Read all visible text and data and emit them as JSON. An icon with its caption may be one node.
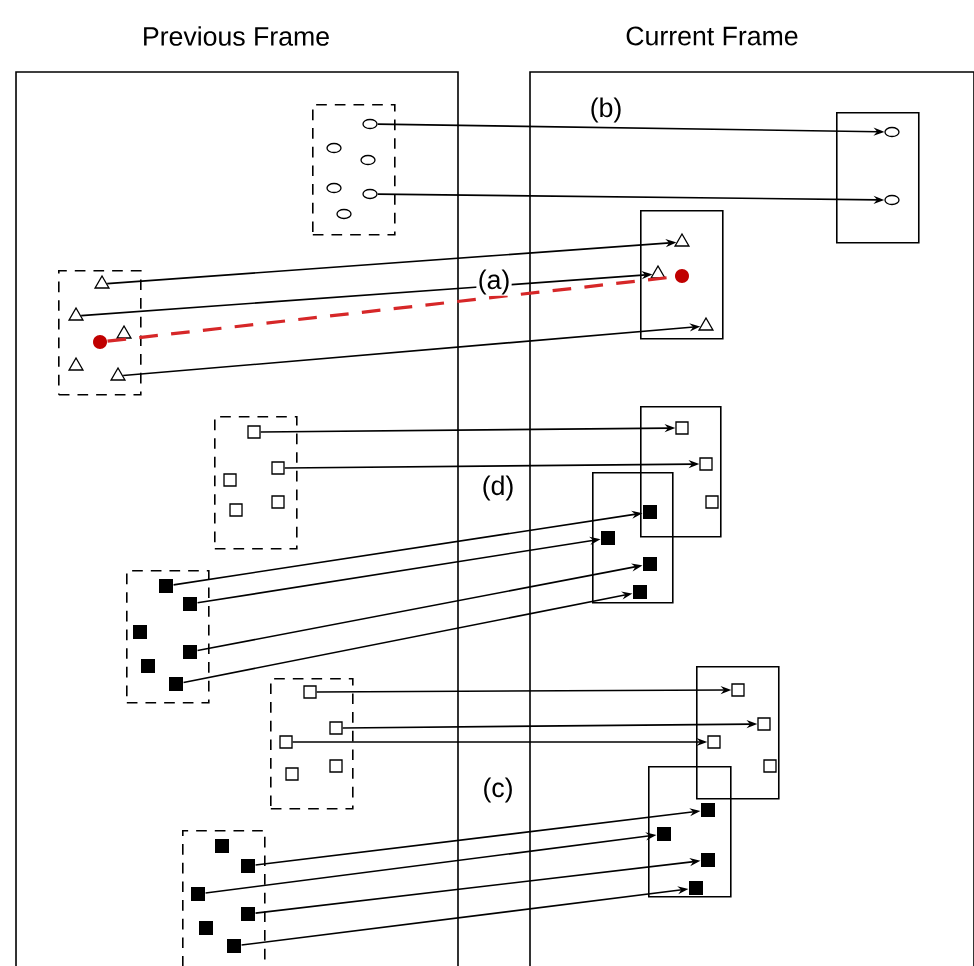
{
  "diagram": {
    "nodes": [
      {
        "text": [
          "Previous Frame"
        ]
      },
      {
        "text": [
          "Current Frame"
        ]
      },
      {
        "text": [],
        "shape": "box",
        "in": 0
      },
      {
        "text": [],
        "shape": "ellipse",
        "in": 2
      },
      {
        "text": [],
        "shape": "ellipse",
        "in": 2
      },
      {
        "text": [],
        "shape": "ellipse",
        "in": 2
      },
      {
        "text": [],
        "shape": "ellipse",
        "in": 2
      },
      {
        "text": [],
        "shape": "ellipse",
        "in": 2
      },
      {
        "text": [],
        "shape": "ellipse",
        "in": 2
      },
      {
        "text": [],
        "shape": "box",
        "in": 1
      },
      {
        "text": [],
        "shape": "ellipse",
        "in": 9
      },
      {
        "text": [],
        "shape": "ellipse",
        "in": 9
      },
      {
        "text": [],
        "shape": "box",
        "in": 0
      },
      {
        "text": [],
        "shape": "triangle",
        "in": 12
      },
      {
        "text": [],
        "shape": "triangle",
        "in": 12
      },
      {
        "text": [],
        "shape": "triangle",
        "in": 12
      },
      {
        "text": [],
        "shape": "dot",
        "in": 12
      },
      {
        "text": [],
        "shape": "triangle",
        "in": 12
      },
      {
        "text": [],
        "shape": "triangle",
        "in": 12
      },
      {
        "text": [],
        "shape": "box",
        "in": 1
      },
      {
        "text": [],
        "shape": "triangle",
        "in": 19
      },
      {
        "text": [],
        "shape": "triangle",
        "in": 19
      },
      {
        "text": [],
        "shape": "dot",
        "in": 19
      },
      {
        "text": [],
        "shape": "triangle",
        "in": 19
      },
      {
        "text": [],
        "shape": "box",
        "in": 0
      },
      {
        "text": [],
        "shape": "square",
        "in": 24
      },
      {
        "text": [],
        "shape": "square",
        "in": 24
      },
      {
        "text": [],
        "shape": "square",
        "in": 24
      },
      {
        "text": [],
        "shape": "square",
        "in": 24
      },
      {
        "text": [],
        "shape": "square",
        "in": 24
      },
      {
        "text": [],
        "shape": "box",
        "in": 1
      },
      {
        "text": [],
        "shape": "square",
        "in": 30
      },
      {
        "text": [],
        "shape": "square",
        "in": 30
      },
      {
        "text": [],
        "shape": "square",
        "in": 30
      },
      {
        "text": [],
        "shape": "box",
        "in": 0
      },
      {
        "text": [],
        "shape": "block",
        "in": 34
      },
      {
        "text": [],
        "shape": "block",
        "in": 34
      },
      {
        "text": [],
        "shape": "block",
        "in": 34
      },
      {
        "text": [],
        "shape": "block",
        "in": 34
      },
      {
        "text": [],
        "shape": "block",
        "in": 34
      },
      {
        "text": [],
        "shape": "block",
        "in": 34
      },
      {
        "text": [],
        "shape": "box",
        "in": 1
      },
      {
        "text": [],
        "shape": "block"
      },
      {
        "text": [],
        "shape": "block",
        "in": 41
      },
      {
        "text": [],
        "shape": "block",
        "in": 41
      },
      {
        "text": [],
        "shape": "block",
        "in": 41
      },
      {
        "text": [],
        "shape": "box",
        "in": 0
      },
      {
        "text": [],
        "shape": "square",
        "in": 46
      },
      {
        "text": [],
        "shape": "square",
        "in": 46
      },
      {
        "text": [],
        "shape": "square",
        "in": 46
      },
      {
        "text": [],
        "shape": "square",
        "in": 46
      },
      {
        "text": [],
        "shape": "square",
        "in": 46
      },
      {
        "text": [],
        "shape": "box",
        "in": 1
      },
      {
        "text": [],
        "shape": "square",
        "in": 52
      },
      {
        "text": [],
        "shape": "square",
        "in": 52
      },
      {
        "text": [],
        "shape": "square",
        "in": 52
      },
      {
        "text": [],
        "shape": "square",
        "in": 52
      },
      {
        "text": [],
        "shape": "box",
        "in": 0
      },
      {
        "text": [],
        "shape": "block",
        "in": 57
      },
      {
        "text": [],
        "shape": "block",
        "in": 57
      },
      {
        "text": [],
        "shape": "block",
        "in": 57
      },
      {
        "text": [],
        "shape": "block",
        "in": 57
      },
      {
        "text": [],
        "shape": "block",
        "in": 57
      },
      {
        "text": [],
        "shape": "block",
        "in": 57
      },
      {
        "text": [],
        "shape": "box",
        "in": 1
      },
      {
        "text": [],
        "shape": "block",
        "in": 64
      },
      {
        "text": [],
        "shape": "block",
        "in": 64
      },
      {
        "text": [],
        "shape": "block",
        "in": 64
      },
      {
        "text": [],
        "shape": "block",
        "in": 64
      }
    ],
    "edges": [
      {
        "from": 3,
        "to": 10,
        "arrow": "to"
      },
      {
        "from": 7,
        "to": 11,
        "arrow": "to"
      },
      {
        "from": 13,
        "to": 20,
        "arrow": "to"
      },
      {
        "from": 14,
        "to": 21,
        "arrow": "to"
      },
      {
        "from": 16,
        "to": 22,
        "arrow": "none",
        "style": "dashed",
        "color": "#d62728"
      },
      {
        "from": 18,
        "to": 23,
        "arrow": "to"
      },
      {
        "from": 25,
        "to": 31,
        "arrow": "to"
      },
      {
        "from": 26,
        "to": 32,
        "arrow": "to"
      },
      {
        "from": 35,
        "to": 42,
        "arrow": "to"
      },
      {
        "from": 36,
        "to": 43,
        "arrow": "to"
      },
      {
        "from": 38,
        "to": 44,
        "arrow": "to"
      },
      {
        "from": 40,
        "to": 45,
        "arrow": "to"
      },
      {
        "from": 47,
        "to": 53,
        "arrow": "to"
      },
      {
        "from": 48,
        "to": 54,
        "arrow": "to"
      },
      {
        "from": 49,
        "to": 55,
        "arrow": "to"
      },
      {
        "from": 59,
        "to": 65,
        "arrow": "to"
      },
      {
        "from": 60,
        "to": 66,
        "arrow": "to"
      },
      {
        "from": 61,
        "to": 67,
        "arrow": "to"
      },
      {
        "from": 63,
        "to": 68,
        "arrow": "to"
      }
    ],
    "labels": [
      "(b)",
      "(a)",
      "(d)",
      "(c)"
    ]
  }
}
